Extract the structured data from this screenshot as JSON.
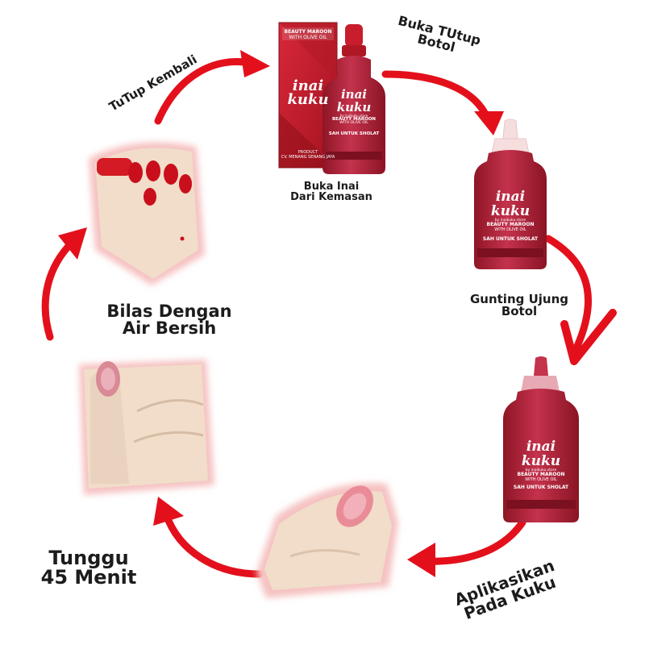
{
  "colors": {
    "arrow": "#e3101c",
    "box_red": "#c81d2c",
    "box_dark": "#8e1119",
    "bottle_dark": "#a31a2c",
    "bottle_mid": "#c4324c",
    "cap": "#f6dede",
    "skin": "#f1ddc9",
    "nail_red": "#c90f1c",
    "nail_pink": "#e98c98",
    "halo_pink": "#f6c2c2",
    "text": "#1c1c1c"
  },
  "steps": {
    "step1": {
      "lines": [
        "Buka Inai",
        "Dari Kemasan"
      ]
    },
    "step2": {
      "lines": [
        "Buka TUtup",
        "Botol"
      ]
    },
    "step3": {
      "lines": [
        "Gunting Ujung",
        "Botol"
      ]
    },
    "step4": {
      "lines": [
        "Aplikasikan",
        "Pada Kuku"
      ]
    },
    "step5": {
      "lines": [
        "Tunggu",
        "45 Menit"
      ]
    },
    "step6": {
      "lines": [
        "Bilas Dengan",
        "Air Bersih"
      ]
    },
    "step7": {
      "lines": [
        "TuTup Kembali"
      ]
    }
  },
  "product": {
    "brand_line1": "inai",
    "brand_line2": "kuku",
    "by_line": "by inaikuku.store",
    "variant": "BEAUTY MAROON",
    "sub_variant": "WITH OLIVE OIL",
    "tagline": "SAH UNTUK SHOLAT",
    "producer_label": "PRODUCT",
    "producer": "CV. MENANG SENANG JAYA"
  }
}
